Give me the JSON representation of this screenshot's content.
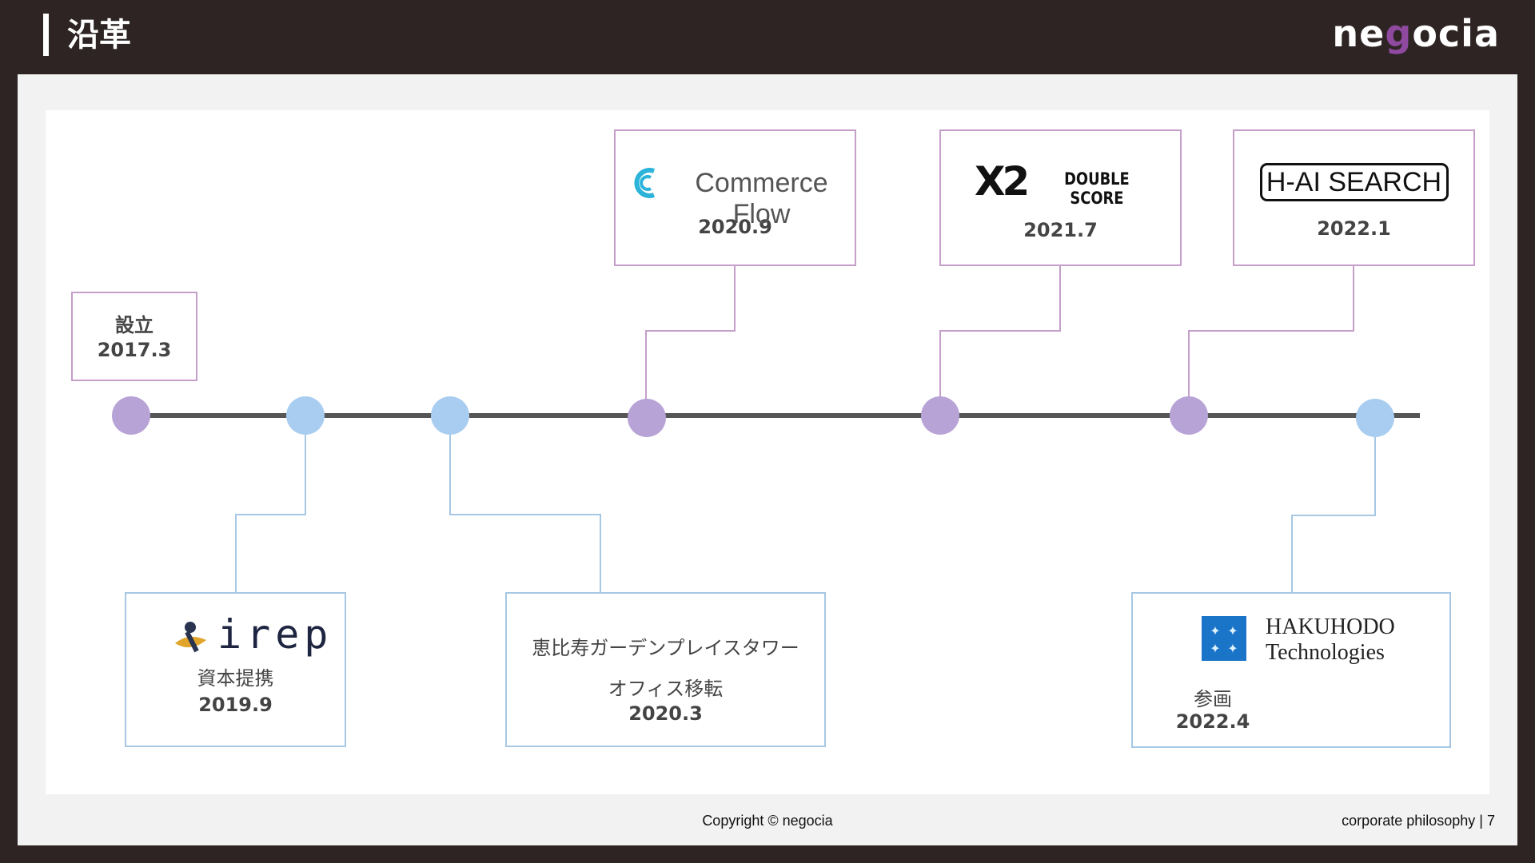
{
  "header": {
    "title": "沿革",
    "brand": "negocia"
  },
  "footer": {
    "copyright": "Copyright © negocia",
    "page_label": "corporate philosophy",
    "page_number": "7"
  },
  "colors": {
    "background": "#2d2423",
    "accent_purple": "#8f4aa0",
    "purple_node": "#b7a3d6",
    "blue_node": "#a9cdf0"
  },
  "events": [
    {
      "id": "founding",
      "label": "設立",
      "date": "2017.3"
    },
    {
      "id": "irep",
      "logo": "irep",
      "label": "資本提携",
      "date": "2019.9"
    },
    {
      "id": "office",
      "label": "恵比寿ガーデンプレイスタワー",
      "label2": "オフィス移転",
      "date": "2020.3"
    },
    {
      "id": "commerce-flow",
      "logo": "Commerce Flow",
      "date": "2020.9"
    },
    {
      "id": "double-score",
      "logo_main": "X2",
      "logo": "DOUBLE SCORE",
      "date": "2021.7"
    },
    {
      "id": "hai-search",
      "logo": "H-AI SEARCH",
      "date": "2022.1"
    },
    {
      "id": "hakuhodo",
      "logo_line1": "HAKUHODO",
      "logo_line2": "Technologies",
      "label": "参画",
      "date": "2022.4"
    }
  ]
}
